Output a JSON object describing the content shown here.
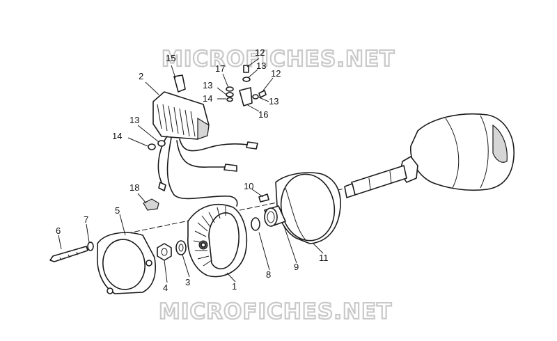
{
  "watermark": {
    "top": "MICROFICHES.NET",
    "bottom": "MICROFICHES.NET"
  },
  "callouts": {
    "c1": "1",
    "c2": "2",
    "c3": "3",
    "c4": "4",
    "c5": "5",
    "c6": "6",
    "c7": "7",
    "c8": "8",
    "c9": "9",
    "c10": "10",
    "c11": "11",
    "c12a": "12",
    "c12b": "12",
    "c13a": "13",
    "c13b": "13",
    "c13c": "13",
    "c13d": "13",
    "c14a": "14",
    "c14b": "14",
    "c15": "15",
    "c16": "16",
    "c17": "17",
    "c18": "18"
  }
}
